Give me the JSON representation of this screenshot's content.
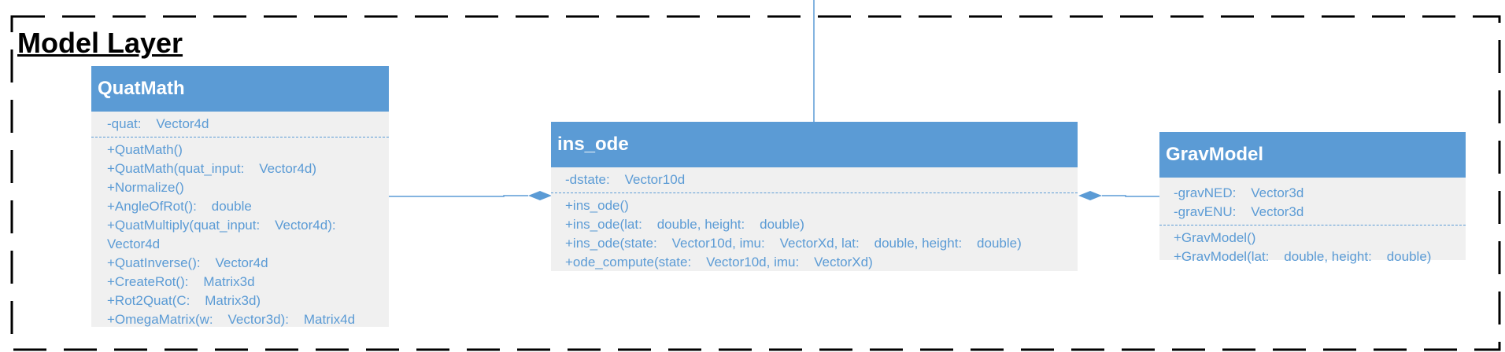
{
  "layer": {
    "title": "Model Layer"
  },
  "classes": {
    "quatmath": {
      "name": "QuatMath",
      "attributes": [
        "-quat:    Vector4d"
      ],
      "operations": [
        "+QuatMath()",
        "+QuatMath(quat_input:    Vector4d)",
        "+Normalize()",
        "+AngleOfRot():    double",
        "+QuatMultiply(quat_input:    Vector4d):",
        "Vector4d",
        "+QuatInverse():    Vector4d",
        "+CreateRot():    Matrix3d",
        "+Rot2Quat(C:    Matrix3d)",
        "+OmegaMatrix(w:    Vector3d):    Matrix4d"
      ]
    },
    "ins_ode": {
      "name": "ins_ode",
      "attributes": [
        "-dstate:    Vector10d"
      ],
      "operations": [
        "+ins_ode()",
        "+ins_ode(lat:    double, height:    double)",
        "+ins_ode(state:    Vector10d, imu:    VectorXd, lat:    double, height:    double)",
        "+ode_compute(state:    Vector10d, imu:    VectorXd)"
      ]
    },
    "gravmodel": {
      "name": "GravModel",
      "attributes": [
        "-gravNED:    Vector3d",
        "-gravENU:    Vector3d"
      ],
      "operations": [
        "+GravModel()",
        "+GravModel(lat:    double, height:    double)"
      ]
    }
  },
  "colors": {
    "accent": "#5b9bd5",
    "box_bg": "#f0f0f0",
    "border": "#000000"
  }
}
